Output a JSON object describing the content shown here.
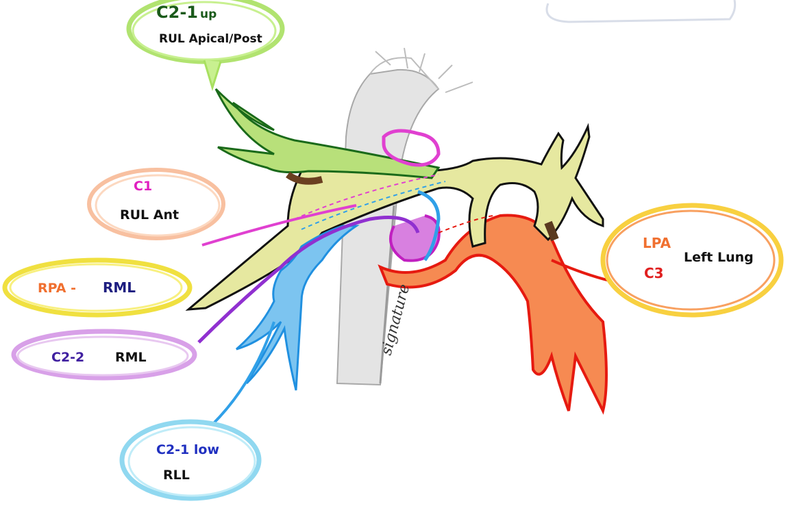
{
  "labels": {
    "c21up": {
      "code": "C2-1",
      "suffix": "up",
      "region": "RUL Apical/Post"
    },
    "c1": {
      "code": "C1",
      "region": "RUL Ant"
    },
    "rpa_rml": {
      "left": "RPA -",
      "right": "RML"
    },
    "c22": {
      "code": "C2-2",
      "region": "RML"
    },
    "c21low": {
      "code": "C2-1 low",
      "region": "RLL"
    },
    "lpa": {
      "line1": "LPA",
      "line2": "C3",
      "region": "Left Lung"
    }
  },
  "colors": {
    "c21up_code": "#1a5a1a",
    "c21up_bubble": "#a8e060",
    "c1_code": "#e020c0",
    "c1_bubble": "#f8c0a0",
    "rpa_text": "#f07030",
    "rml_text": "#1e1e80",
    "rpa_bubble": "#f0e040",
    "c22_code": "#4020a0",
    "c22_bubble": "#d8a0e8",
    "c21low_code": "#2030c0",
    "c21low_bubble": "#90d8f0",
    "lpa_text": "#f07030",
    "c3_text": "#e02020",
    "lpa_bubble": "#f8d040",
    "main_pa": "#e6e8a0",
    "outline": "#111111",
    "green_vessel": "#3aa020",
    "magenta_vessel": "#e040d0",
    "blue_vessel": "#30a0e8",
    "purple_vessel": "#9030d0",
    "red_vessel": "#f03010",
    "aorta_gray": "#b8b8b8"
  },
  "signature": "signature"
}
